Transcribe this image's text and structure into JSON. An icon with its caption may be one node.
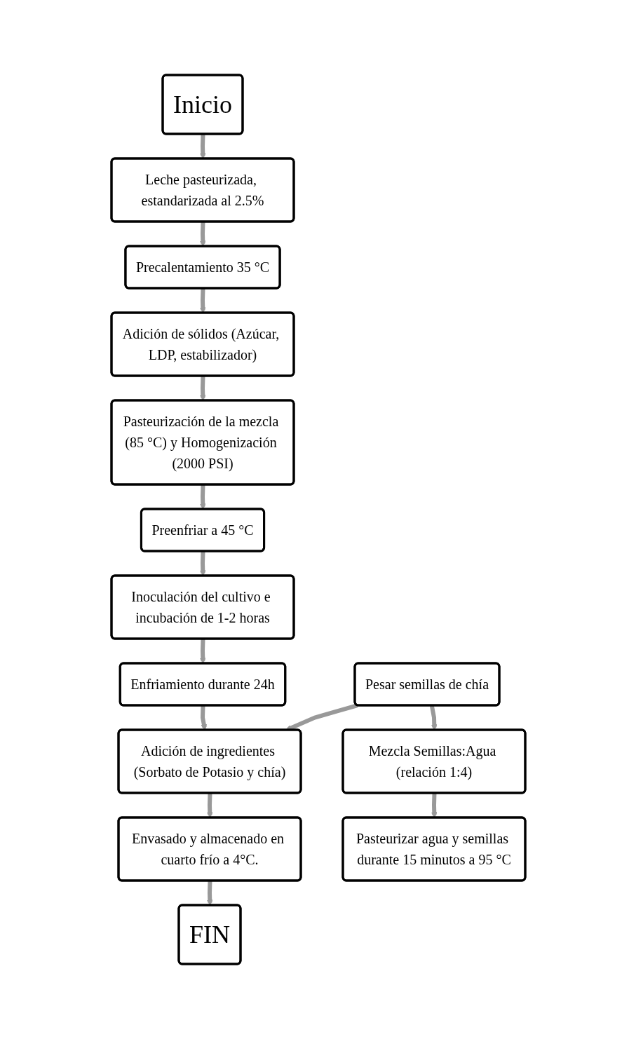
{
  "diagram": {
    "nodes": [
      {
        "text": [
          "Inicio"
        ]
      },
      {
        "text": [
          "Leche pasteurizada, estandarizada al 2.5%"
        ]
      },
      {
        "text": [
          "Precalentamiento 35 °C"
        ]
      },
      {
        "text": [
          "Adición de sólidos (Azúcar, LDP, estabilizador)"
        ]
      },
      {
        "text": [
          "Pasteurización de la mezcla (85 °C) y Homogenización (2000 PSI)"
        ]
      },
      {
        "text": [
          "Preenfriar a 45 °C"
        ]
      },
      {
        "text": [
          "Inoculación del cultivo e incubación de 1-2 horas"
        ]
      },
      {
        "text": [
          "Enfriamiento durante 24h"
        ]
      },
      {
        "text": [
          "Adición de ingredientes (Sorbato de Potasio y chía)"
        ]
      },
      {
        "text": [
          "Envasado y almacenado en cuarto frío a 4°C."
        ]
      },
      {
        "text": [
          "FIN"
        ]
      },
      {
        "text": [
          "Pesar semillas de chía"
        ]
      },
      {
        "text": [
          "Mezcla Semillas:Agua (relación 1:4)"
        ]
      },
      {
        "text": [
          "Pasteurizar agua y semillas durante 15 minutos a 95 °C"
        ]
      }
    ],
    "edges": [
      {
        "from": 0,
        "to": 1,
        "arrow": "to"
      },
      {
        "from": 1,
        "to": 2,
        "arrow": "to"
      },
      {
        "from": 2,
        "to": 3,
        "arrow": "to"
      },
      {
        "from": 3,
        "to": 4,
        "arrow": "to"
      },
      {
        "from": 4,
        "to": 5,
        "arrow": "to"
      },
      {
        "from": 5,
        "to": 6,
        "arrow": "to"
      },
      {
        "from": 6,
        "to": 7,
        "arrow": "to"
      },
      {
        "from": 7,
        "to": 8,
        "arrow": "to"
      },
      {
        "from": 8,
        "to": 9,
        "arrow": "to"
      },
      {
        "from": 9,
        "to": 10,
        "arrow": "to"
      },
      {
        "from": 11,
        "to": 8,
        "arrow": "to"
      },
      {
        "from": 11,
        "to": 12,
        "arrow": "to"
      },
      {
        "from": 12,
        "to": 13,
        "arrow": "to"
      }
    ]
  }
}
